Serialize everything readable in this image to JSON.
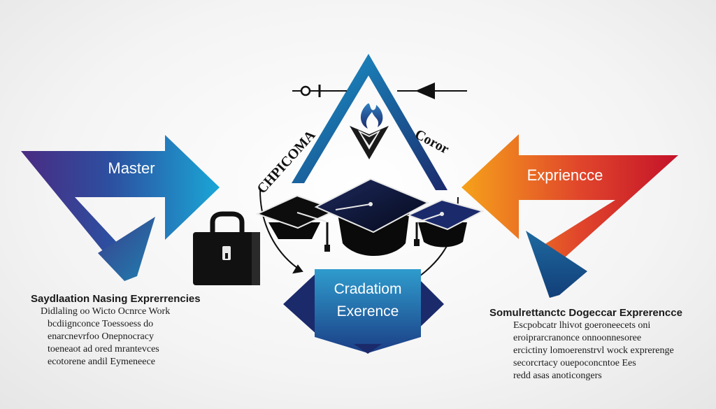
{
  "labels": {
    "master": "Master",
    "experience": "Expriencce",
    "diploma": "CHPICOMA",
    "career": "Coror",
    "center_line1": "Cradatiom",
    "center_line2": "Exerence"
  },
  "left_block": {
    "heading": "Saydlaation Nasing Exprerrencies",
    "lines": [
      "Didlaling oo Wicto Ocnrce Work",
      "bcdiignconce Toessoess do",
      "enarcnevrfoo Onepnocracy",
      "toeneaot ad ored mrantevces",
      "ecotorene andil Eymeneece"
    ]
  },
  "right_block": {
    "heading": "Somulrettanctc Dogeccar Exprerencce",
    "lines": [
      "Escpobcatr lhivot goeroneecets oni",
      "eroiprarcranonce onnoonnesoree",
      "ercictiny lomoerenstrvl wock exprerenge",
      "secorcrtacy ouepoconcntoe Ees",
      "redd asas anoticongers"
    ]
  },
  "colors": {
    "navy": "#1b2a6b",
    "purple": "#4a2b82",
    "teal": "#2a7fa6",
    "red": "#d4192c",
    "orange": "#f29a1c",
    "black": "#111111"
  }
}
